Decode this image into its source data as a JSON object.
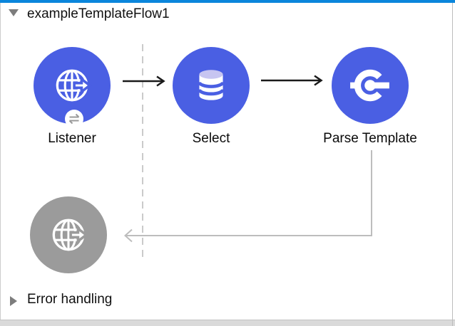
{
  "flow": {
    "title": "exampleTemplateFlow1",
    "expanded": true,
    "nodes": [
      {
        "label": "Listener",
        "icon": "globe-arrow-icon",
        "badge": "exchange-arrows-icon",
        "color": "#4a5fe3",
        "state": "enabled"
      },
      {
        "label": "Select",
        "icon": "database-icon",
        "color": "#4a5fe3",
        "state": "enabled"
      },
      {
        "label": "Parse Template",
        "icon": "core-component-c-icon",
        "color": "#4a5fe3",
        "state": "enabled"
      },
      {
        "label": "",
        "icon": "globe-arrow-icon",
        "color": "#9b9b9b",
        "state": "disabled"
      }
    ],
    "connectors": [
      {
        "from": "Listener",
        "to": "Select",
        "style": "black-arrow"
      },
      {
        "from": "Select",
        "to": "Parse Template",
        "style": "black-arrow"
      },
      {
        "from": "Parse Template",
        "to": "disabled-node",
        "style": "gray-elbow-arrow"
      }
    ],
    "boundary": {
      "style": "vertical-dashed-line"
    }
  },
  "error_handling": {
    "label": "Error handling",
    "expanded": false
  },
  "colors": {
    "accent_bar": "#0a86dc",
    "node_blue": "#4a5fe3",
    "node_gray": "#9b9b9b",
    "database_top_ellipse": "#c7c5f1",
    "connector_black": "#1a1a1a",
    "connector_gray": "#bdbdbd",
    "dashed_line": "#cbcbcb",
    "border_gray": "#c4c4c4",
    "text": "#111111"
  }
}
